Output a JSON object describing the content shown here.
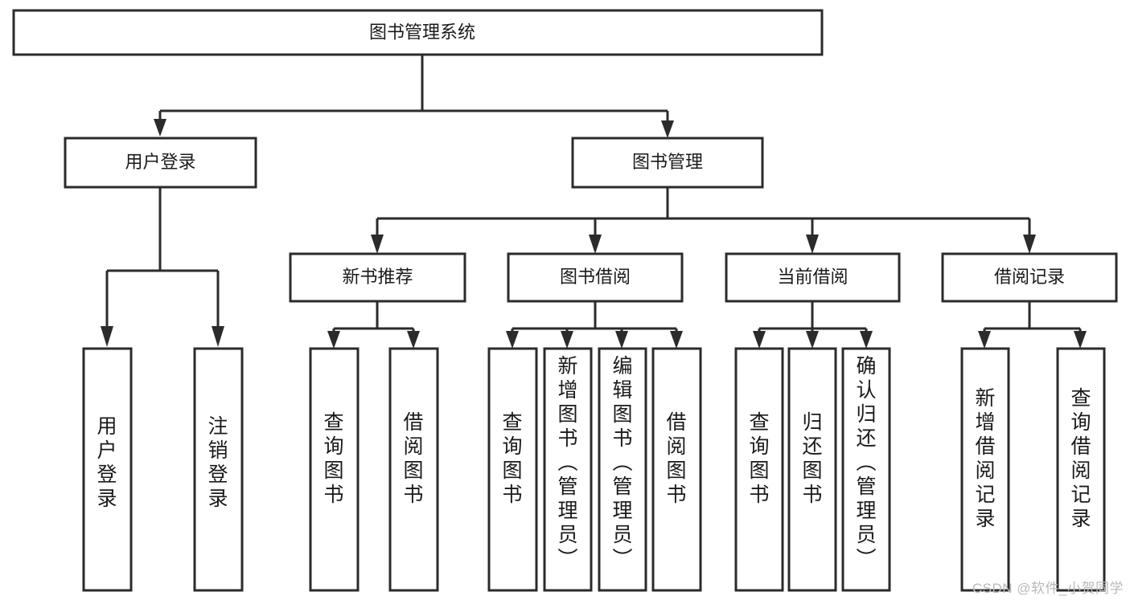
{
  "diagram": {
    "title": "图书管理系统",
    "type": "tree-hierarchy",
    "root": {
      "id": "root",
      "label": "图书管理系统",
      "orientation": "horizontal"
    },
    "level1": [
      {
        "id": "user-login",
        "label": "用户登录",
        "orientation": "horizontal"
      },
      {
        "id": "book-manage",
        "label": "图书管理",
        "orientation": "horizontal"
      }
    ],
    "level2": [
      {
        "id": "new-book-recommend",
        "label": "新书推荐",
        "parent": "book-manage",
        "orientation": "horizontal"
      },
      {
        "id": "book-borrow",
        "label": "图书借阅",
        "parent": "book-manage",
        "orientation": "horizontal"
      },
      {
        "id": "current-borrow",
        "label": "当前借阅",
        "parent": "book-manage",
        "orientation": "horizontal"
      },
      {
        "id": "borrow-record",
        "label": "借阅记录",
        "parent": "book-manage",
        "orientation": "horizontal"
      }
    ],
    "leaves": [
      {
        "id": "leaf-user-login",
        "label": "用户登录",
        "parent": "user-login",
        "orientation": "vertical"
      },
      {
        "id": "leaf-user-logout",
        "label": "注销登录",
        "parent": "user-login",
        "orientation": "vertical"
      },
      {
        "id": "leaf-query-book-1",
        "label": "查询图书",
        "parent": "new-book-recommend",
        "orientation": "vertical"
      },
      {
        "id": "leaf-borrow-book-1",
        "label": "借阅图书",
        "parent": "new-book-recommend",
        "orientation": "vertical"
      },
      {
        "id": "leaf-query-book-2",
        "label": "查询图书",
        "parent": "book-borrow",
        "orientation": "vertical"
      },
      {
        "id": "leaf-add-book",
        "label": "新增图书（管理员）",
        "parent": "book-borrow",
        "orientation": "vertical"
      },
      {
        "id": "leaf-edit-book",
        "label": "编辑图书（管理员）",
        "parent": "book-borrow",
        "orientation": "vertical"
      },
      {
        "id": "leaf-borrow-book-2",
        "label": "借阅图书",
        "parent": "book-borrow",
        "orientation": "vertical"
      },
      {
        "id": "leaf-query-book-3",
        "label": "查询图书",
        "parent": "current-borrow",
        "orientation": "vertical"
      },
      {
        "id": "leaf-return-book",
        "label": "归还图书",
        "parent": "current-borrow",
        "orientation": "vertical"
      },
      {
        "id": "leaf-confirm-return",
        "label": "确认归还（管理员）",
        "parent": "current-borrow",
        "orientation": "vertical"
      },
      {
        "id": "leaf-add-record",
        "label": "新增借阅记录",
        "parent": "borrow-record",
        "orientation": "vertical"
      },
      {
        "id": "leaf-query-record",
        "label": "查询借阅记录",
        "parent": "borrow-record",
        "orientation": "vertical"
      }
    ],
    "colors": {
      "box_fill": "#ffffff",
      "box_stroke": "#2b2b2b",
      "connector": "#2b2b2b",
      "text": "#1a1a1a",
      "background": "#ffffff",
      "watermark": "#b9b9b9"
    }
  },
  "watermark": {
    "text": "CSDN @软件_小贺同学"
  }
}
